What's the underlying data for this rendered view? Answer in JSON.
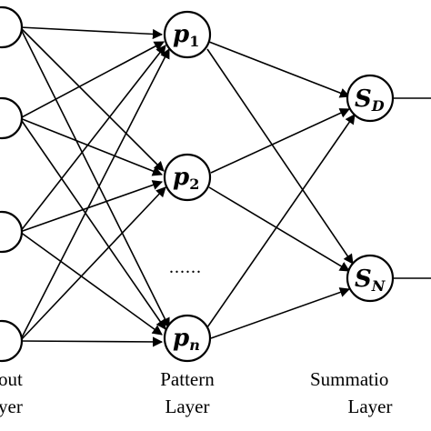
{
  "layers": {
    "input": {
      "line1": "out",
      "line2": "yer"
    },
    "pattern": {
      "line1": "Pattern",
      "line2": "Layer"
    },
    "summation": {
      "line1": "Summatio",
      "line2": "Layer"
    }
  },
  "nodes": {
    "p1": {
      "main": "p",
      "sub": "1"
    },
    "p2": {
      "main": "p",
      "sub": "2"
    },
    "pn": {
      "main": "p",
      "sub": "n"
    },
    "sd": {
      "main": "S",
      "sub": "D"
    },
    "sn": {
      "main": "S",
      "sub": "N"
    }
  },
  "ellipsis": "......"
}
